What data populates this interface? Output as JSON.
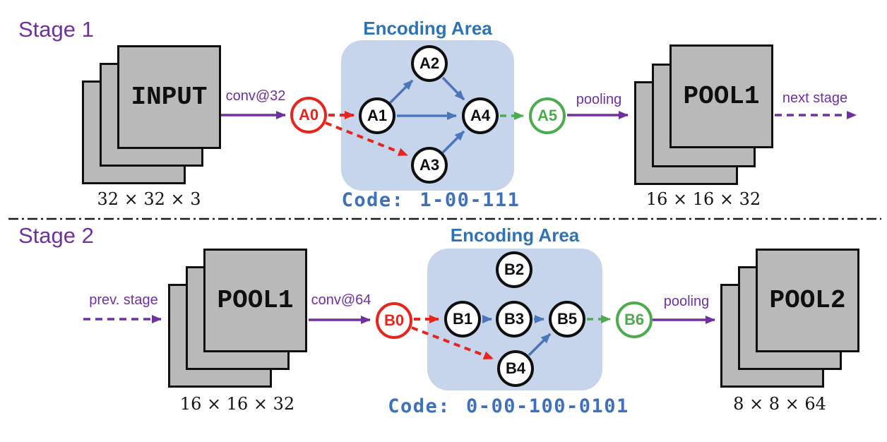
{
  "figure": {
    "divider_style": "dash-dot horizontal line between stages",
    "colors": {
      "purple": "#7030A0",
      "red": "#E6251C",
      "blue_arrow": "#4A76BB",
      "green": "#4CAB4F",
      "encoding_fill": "#C6D4EC",
      "encoding_title": "#2E74B5",
      "code_text": "#3E71BC",
      "block_fill": "#B9B9B9"
    }
  },
  "stage1": {
    "title": "Stage 1",
    "input_block": {
      "label": "INPUT",
      "dims": "32 × 32 × 3",
      "stack_layers": 3
    },
    "conv_label": "conv@32",
    "encoding_area": {
      "title": "Encoding Area",
      "code_label": "Code:",
      "code_value": "1-00-111"
    },
    "nodes": {
      "a0": "A0",
      "a1": "A1",
      "a2": "A2",
      "a3": "A3",
      "a4": "A4",
      "a5": "A5"
    },
    "edges": [
      {
        "from": "INPUT",
        "to": "A0",
        "style": "solid",
        "color": "purple",
        "label": "conv@32"
      },
      {
        "from": "A0",
        "to": "A1",
        "style": "dashed",
        "color": "red"
      },
      {
        "from": "A0",
        "to": "A3",
        "style": "dashed",
        "color": "red"
      },
      {
        "from": "A1",
        "to": "A2",
        "style": "solid",
        "color": "blue"
      },
      {
        "from": "A1",
        "to": "A4",
        "style": "solid",
        "color": "blue"
      },
      {
        "from": "A2",
        "to": "A4",
        "style": "solid",
        "color": "blue"
      },
      {
        "from": "A3",
        "to": "A4",
        "style": "solid",
        "color": "blue"
      },
      {
        "from": "A4",
        "to": "A5",
        "style": "dashed",
        "color": "green"
      },
      {
        "from": "A5",
        "to": "POOL1",
        "style": "solid",
        "color": "purple",
        "label": "pooling"
      },
      {
        "from": "POOL1",
        "to": "next stage",
        "style": "dashed",
        "color": "purple",
        "label": "next stage"
      }
    ],
    "pooling_label": "pooling",
    "pool_block": {
      "label": "POOL1",
      "dims": "16 × 16 × 32",
      "stack_layers": 3
    },
    "next_stage_label": "next stage"
  },
  "stage2": {
    "title": "Stage 2",
    "prev_stage_label": "prev. stage",
    "input_block": {
      "label": "POOL1",
      "dims": "16 × 16 × 32",
      "stack_layers": 3
    },
    "conv_label": "conv@64",
    "encoding_area": {
      "title": "Encoding Area",
      "code_label": "Code:",
      "code_value": "0-00-100-0101"
    },
    "nodes": {
      "b0": "B0",
      "b1": "B1",
      "b2": "B2",
      "b3": "B3",
      "b4": "B4",
      "b5": "B5",
      "b6": "B6"
    },
    "edges": [
      {
        "from": "prev. stage",
        "to": "POOL1",
        "style": "dashed",
        "color": "purple",
        "label": "prev. stage"
      },
      {
        "from": "POOL1",
        "to": "B0",
        "style": "solid",
        "color": "purple",
        "label": "conv@64"
      },
      {
        "from": "B0",
        "to": "B1",
        "style": "dashed",
        "color": "red"
      },
      {
        "from": "B0",
        "to": "B4",
        "style": "dashed",
        "color": "red"
      },
      {
        "from": "B1",
        "to": "B3",
        "style": "solid",
        "color": "blue"
      },
      {
        "from": "B3",
        "to": "B5",
        "style": "solid",
        "color": "blue"
      },
      {
        "from": "B4",
        "to": "B5",
        "style": "solid",
        "color": "blue"
      },
      {
        "from": "B5",
        "to": "B6",
        "style": "dashed",
        "color": "green"
      },
      {
        "from": "B6",
        "to": "POOL2",
        "style": "solid",
        "color": "purple",
        "label": "pooling"
      }
    ],
    "pooling_label": "pooling",
    "pool_block": {
      "label": "POOL2",
      "dims": "8 × 8 × 64",
      "stack_layers": 3
    }
  }
}
